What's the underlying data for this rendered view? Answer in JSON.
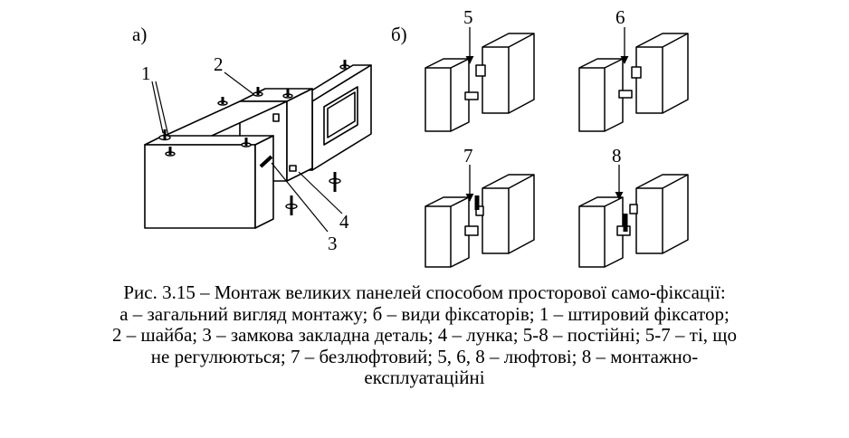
{
  "figure": {
    "part_a_label": "а)",
    "part_b_label": "б)",
    "callouts_a": [
      "1",
      "2",
      "3",
      "4"
    ],
    "callouts_b": [
      "5",
      "6",
      "7",
      "8"
    ]
  },
  "caption": {
    "lines": [
      "Рис. 3.15 – Монтаж великих панелей способом просторової само-фіксації:",
      "а – загальний вигляд монтажу; б – види фіксаторів; 1 – штировий фіксатор;",
      "2 – шайба; 3 – замкова закладна деталь; 4 – лунка; 5-8 – постійні; 5-7 – ті, що",
      "не регулюються; 7 – безлюфтовий; 5, 6, 8 – люфтові; 8 – монтажно-",
      "експлуатаційні"
    ]
  }
}
